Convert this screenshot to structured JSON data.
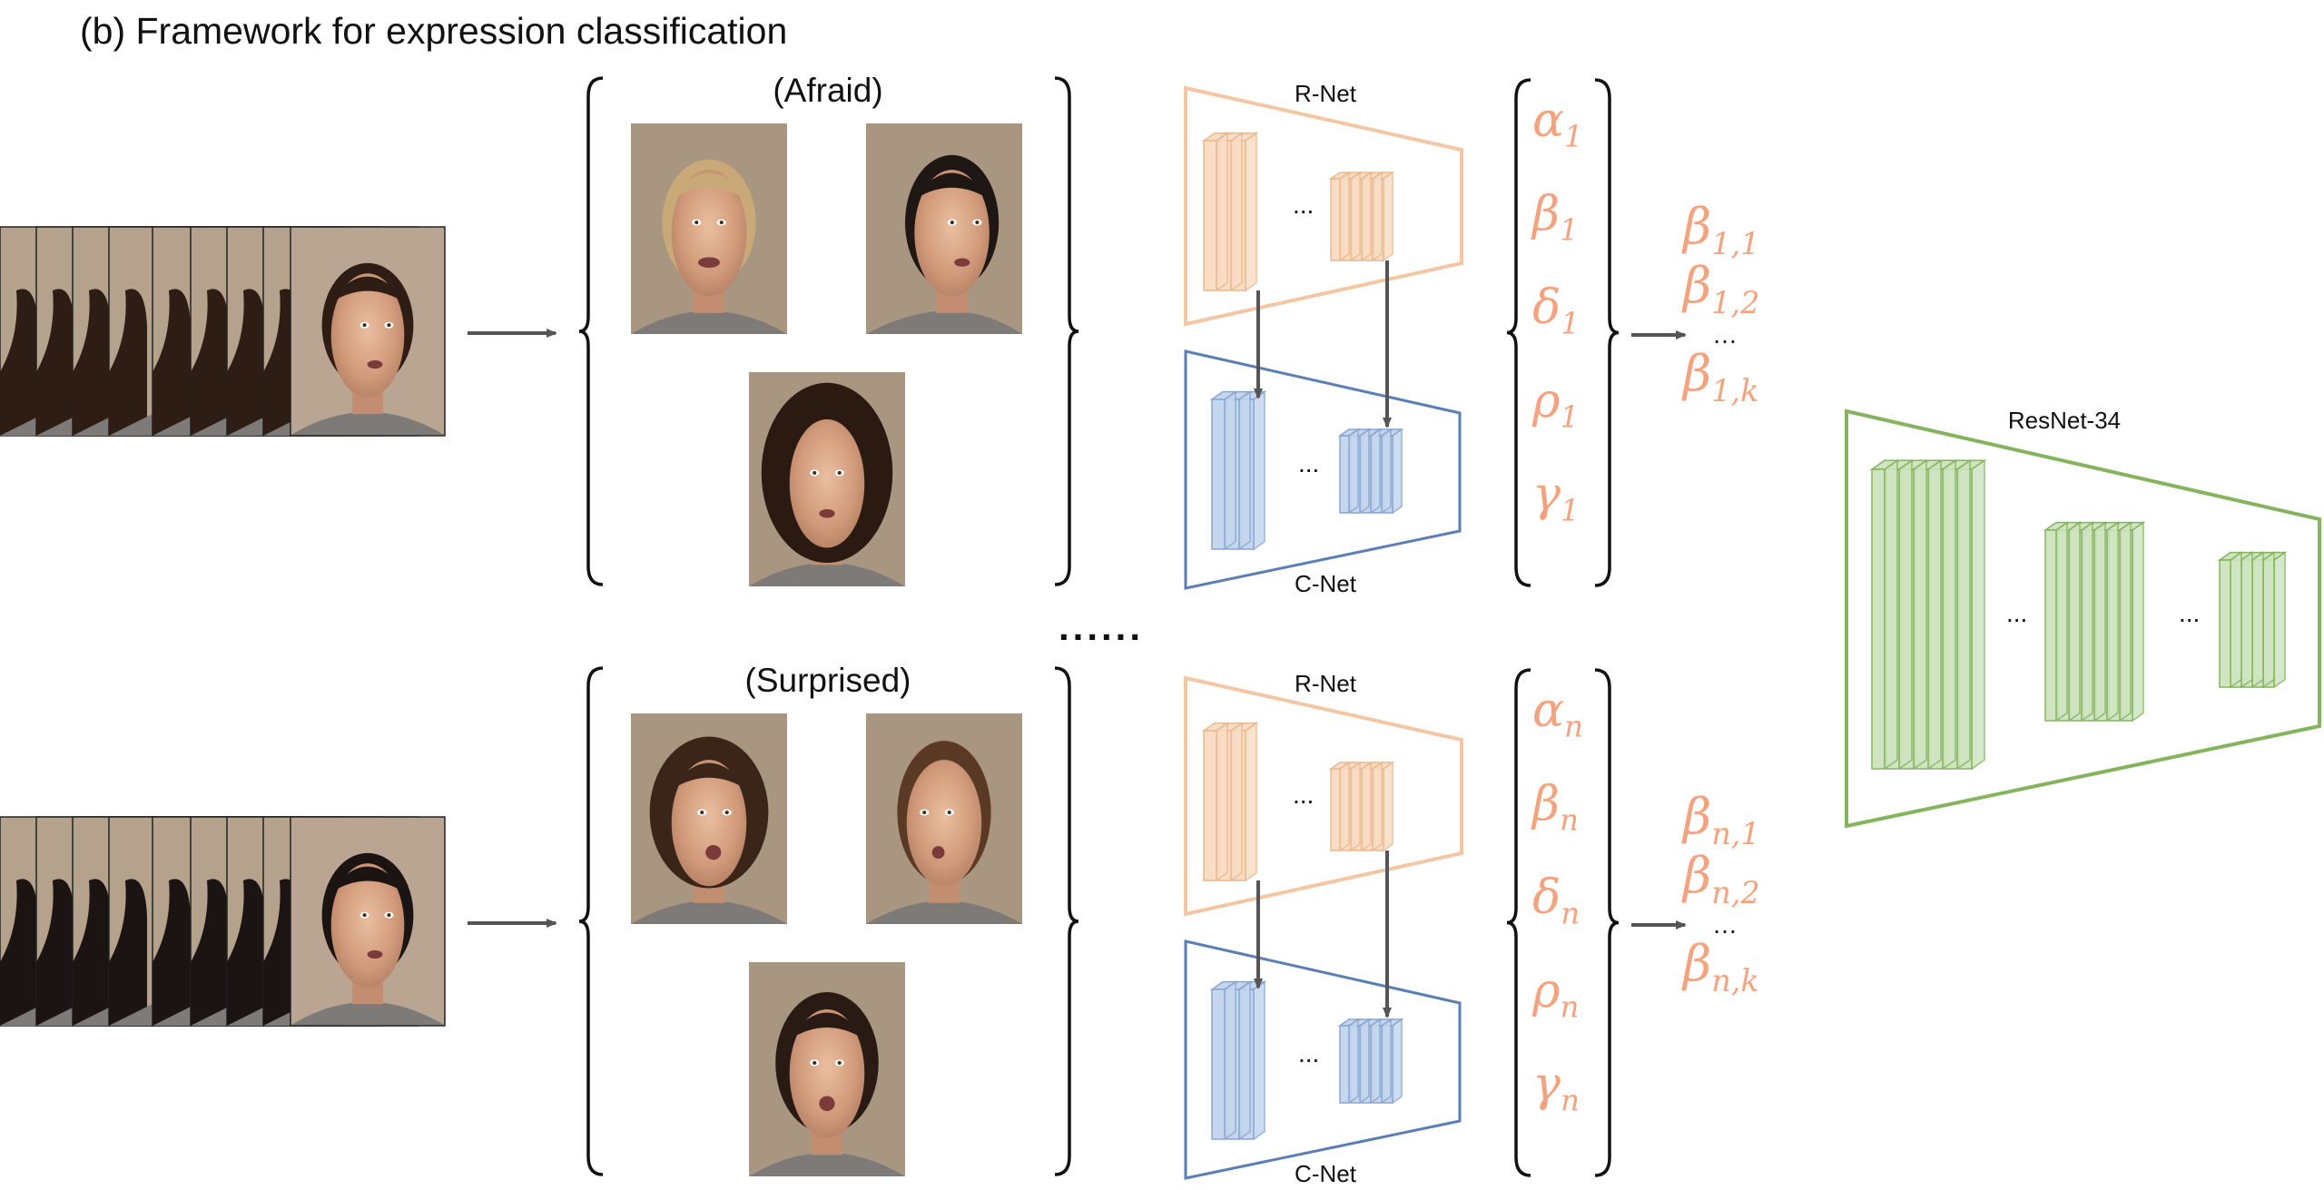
{
  "title": "(b) Framework for expression classification",
  "rows": [
    {
      "expression": "(Afraid)",
      "r_net": "R-Net",
      "c_net": "C-Net",
      "params": [
        {
          "sym": "α",
          "sub": "1"
        },
        {
          "sym": "β",
          "sub": "1"
        },
        {
          "sym": "δ",
          "sub": "1"
        },
        {
          "sym": "ρ",
          "sub": "1"
        },
        {
          "sym": "γ",
          "sub": "1"
        }
      ],
      "beta_list": [
        {
          "sym": "β",
          "sub": "1,1"
        },
        {
          "sym": "β",
          "sub": "1,2"
        },
        {
          "sym": "…",
          "sub": ""
        },
        {
          "sym": "β",
          "sub": "1,k"
        }
      ]
    },
    {
      "expression": "(Surprised)",
      "r_net": "R-Net",
      "c_net": "C-Net",
      "params": [
        {
          "sym": "α",
          "sub": "n"
        },
        {
          "sym": "β",
          "sub": "n"
        },
        {
          "sym": "δ",
          "sub": "n"
        },
        {
          "sym": "ρ",
          "sub": "n"
        },
        {
          "sym": "γ",
          "sub": "n"
        }
      ],
      "beta_list": [
        {
          "sym": "β",
          "sub": "n,1"
        },
        {
          "sym": "β",
          "sub": "n,2"
        },
        {
          "sym": "…",
          "sub": ""
        },
        {
          "sym": "β",
          "sub": "n,k"
        }
      ]
    }
  ],
  "separator": "......",
  "ellipsis": "...",
  "resnet_label": "ResNet-34",
  "colors": {
    "r_net": "#f4c7a4",
    "r_net_fill": "#f8dcc4",
    "c_net": "#5b7fb4",
    "c_net_fill": "#c5d6ef",
    "resnet": "#86b45e",
    "resnet_fill": "#cfe5c2",
    "greek": "#f4a37e",
    "arrow": "#555555"
  }
}
